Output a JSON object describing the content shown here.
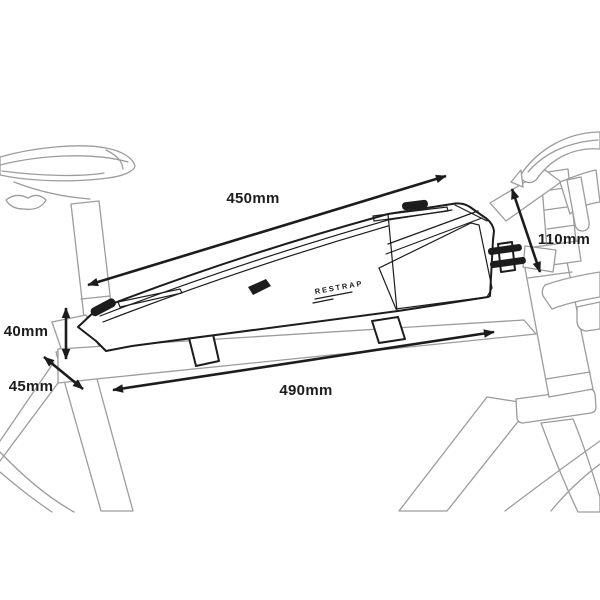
{
  "colors": {
    "ink": "#1c1c1c",
    "frame": "#9c9c9c",
    "bg": "#ffffff"
  },
  "bag": {
    "brand_label": "RESTRAP"
  },
  "dimensions": {
    "top_length": {
      "label": "450mm"
    },
    "front_height": {
      "label": "110mm"
    },
    "rear_height": {
      "label": "40mm"
    },
    "rear_width": {
      "label": "45mm"
    },
    "bottom_length": {
      "label": "490mm"
    }
  }
}
